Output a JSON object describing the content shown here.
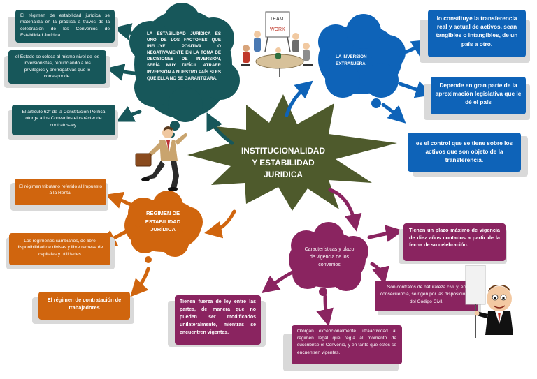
{
  "central": {
    "title_lines": [
      "INSTITUCIONALIDAD",
      "Y ESTABILIDAD",
      "JURIDICA"
    ]
  },
  "teal_cloud": {
    "text": "LA ESTABILIDAD JURÍDICA ES UNO DE LOS FACTORES QUE INFLUYE POSITIVA O NEGATIVAMENTE EN LA TOMA DE DECISIONES DE INVERSIÓN, SERÍA MUY DIFÍCIL ATRAER INVERSIÓN A NUESTRO PAÍS SI ES QUE ELLA NO SE GARANTIZARA."
  },
  "teal_boxes": [
    "El régimen de estabilidad jurídica se materializa en la práctica a través de la celebración de los Convenios de Estabilidad Jurídica",
    "el Estado se coloca al mismo nivel de los inversionistas, renunciando a los privilegios y prerrogativas que le corresponde.",
    "El artículo 62° de la Constitución Política otorga a los Convenios el carácter de contratos-ley."
  ],
  "blue_cloud": {
    "text": "LA INVERSIÓN EXTRANJERA"
  },
  "blue_boxes": [
    "lo constituye la transferencia real y actual de activos, sean tangibles o intangibles, de un país a otro.",
    "Depende en gran parte de la aproximación legislativa que le dé el país",
    "es el control que se tiene sobre los activos que son objeto de la transferencia."
  ],
  "orange_cloud": {
    "text": "RÉGIMEN DE ESTABILIDAD JURÍDICA"
  },
  "orange_boxes": [
    "El régimen tributario referido al Impuesto a la Renta.",
    "Los regímenes cambiarios, de libre disponibilidad de divisas y libre remesa de capitales y utilidades",
    "El régimen de contratación de trabajadores"
  ],
  "purple_cloud": {
    "text": "Características y plazo de vigencia de los convenios"
  },
  "purple_boxes": [
    "Tienen un plazo máximo de vigencia de diez años contados a partir de la fecha de su celebración.",
    "Son contratos de naturaleza civil y, en consecuencia, se rigen por las disposiciones del Código Civil.",
    "Otorgan excepcionalmente ultraactividad al régimen legal que regía al momento de suscribirse el Convenio, y en tanto que éstos se encuentren vigentes.",
    "Tienen fuerza de ley entre las partes, de manera que no pueden ser modificados unilateralmente, mientras se encuentren vigentes."
  ],
  "illustration_text": {
    "board_lines": [
      "TEAM",
      "WORK"
    ]
  },
  "colors": {
    "star": "#4e5a2c",
    "teal": "#17575a",
    "blue": "#0e63b8",
    "orange": "#d0650e",
    "purple": "#8a2460",
    "shadow": "#d9d9d9"
  }
}
